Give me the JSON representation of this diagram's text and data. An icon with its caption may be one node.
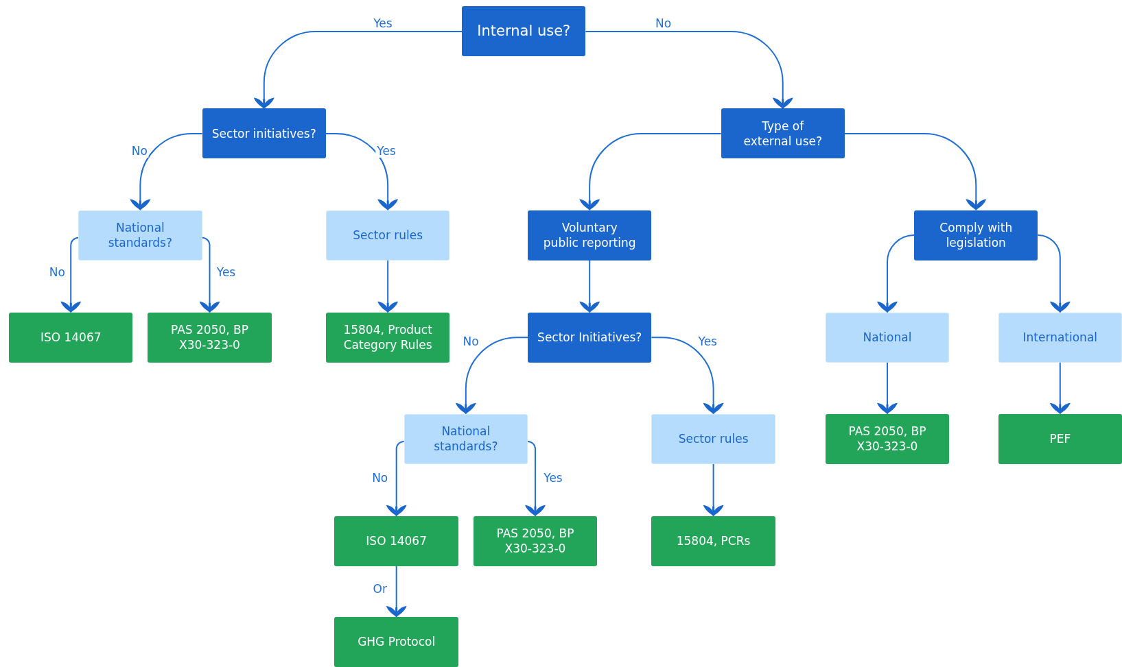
{
  "diagram": {
    "nodes": [
      {
        "text": [
          "Internal use?"
        ]
      },
      {
        "text": [
          "Sector initiatives?"
        ]
      },
      {
        "text": [
          "Type of external use?"
        ]
      },
      {
        "text": [
          "National standards?"
        ]
      },
      {
        "text": [
          "Sector rules"
        ]
      },
      {
        "text": [
          "Voluntary public reporting"
        ]
      },
      {
        "text": [
          "Comply with legislation"
        ]
      },
      {
        "text": [
          "ISO 14067"
        ]
      },
      {
        "text": [
          "PAS 2050, BP X30-323-0"
        ]
      },
      {
        "text": [
          "15804, Product Category Rules"
        ]
      },
      {
        "text": [
          "Sector Initiatives?"
        ]
      },
      {
        "text": [
          "National"
        ]
      },
      {
        "text": [
          "International"
        ]
      },
      {
        "text": [
          "National standards?"
        ]
      },
      {
        "text": [
          "Sector rules"
        ]
      },
      {
        "text": [
          "PAS 2050, BP X30-323-0"
        ]
      },
      {
        "text": [
          "PEF"
        ]
      },
      {
        "text": [
          "ISO 14067"
        ]
      },
      {
        "text": [
          "PAS 2050, BP X30-323-0"
        ]
      },
      {
        "text": [
          "15804, PCRs"
        ]
      },
      {
        "text": [
          "GHG Protocol"
        ]
      }
    ],
    "edges": [
      {
        "from": 0,
        "to": 1,
        "arrow": "to",
        "label": "Yes"
      },
      {
        "from": 0,
        "to": 2,
        "arrow": "to",
        "label": "No"
      },
      {
        "from": 1,
        "to": 3,
        "arrow": "to",
        "label": "No"
      },
      {
        "from": 1,
        "to": 4,
        "arrow": "to",
        "label": "Yes"
      },
      {
        "from": 3,
        "to": 7,
        "arrow": "to",
        "label": "No"
      },
      {
        "from": 3,
        "to": 8,
        "arrow": "to",
        "label": "Yes"
      },
      {
        "from": 4,
        "to": 9,
        "arrow": "to"
      },
      {
        "from": 2,
        "to": 5,
        "arrow": "to"
      },
      {
        "from": 2,
        "to": 6,
        "arrow": "to"
      },
      {
        "from": 5,
        "to": 10,
        "arrow": "to"
      },
      {
        "from": 10,
        "to": 13,
        "arrow": "to",
        "label": "No"
      },
      {
        "from": 10,
        "to": 14,
        "arrow": "to",
        "label": "Yes"
      },
      {
        "from": 6,
        "to": 11,
        "arrow": "to"
      },
      {
        "from": 6,
        "to": 12,
        "arrow": "to"
      },
      {
        "from": 11,
        "to": 15,
        "arrow": "to"
      },
      {
        "from": 12,
        "to": 16,
        "arrow": "to"
      },
      {
        "from": 13,
        "to": 17,
        "arrow": "to",
        "label": "No"
      },
      {
        "from": 13,
        "to": 18,
        "arrow": "to",
        "label": "Yes"
      },
      {
        "from": 14,
        "to": 19,
        "arrow": "to"
      },
      {
        "from": 17,
        "to": 20,
        "arrow": "to",
        "label": "Or"
      }
    ]
  }
}
